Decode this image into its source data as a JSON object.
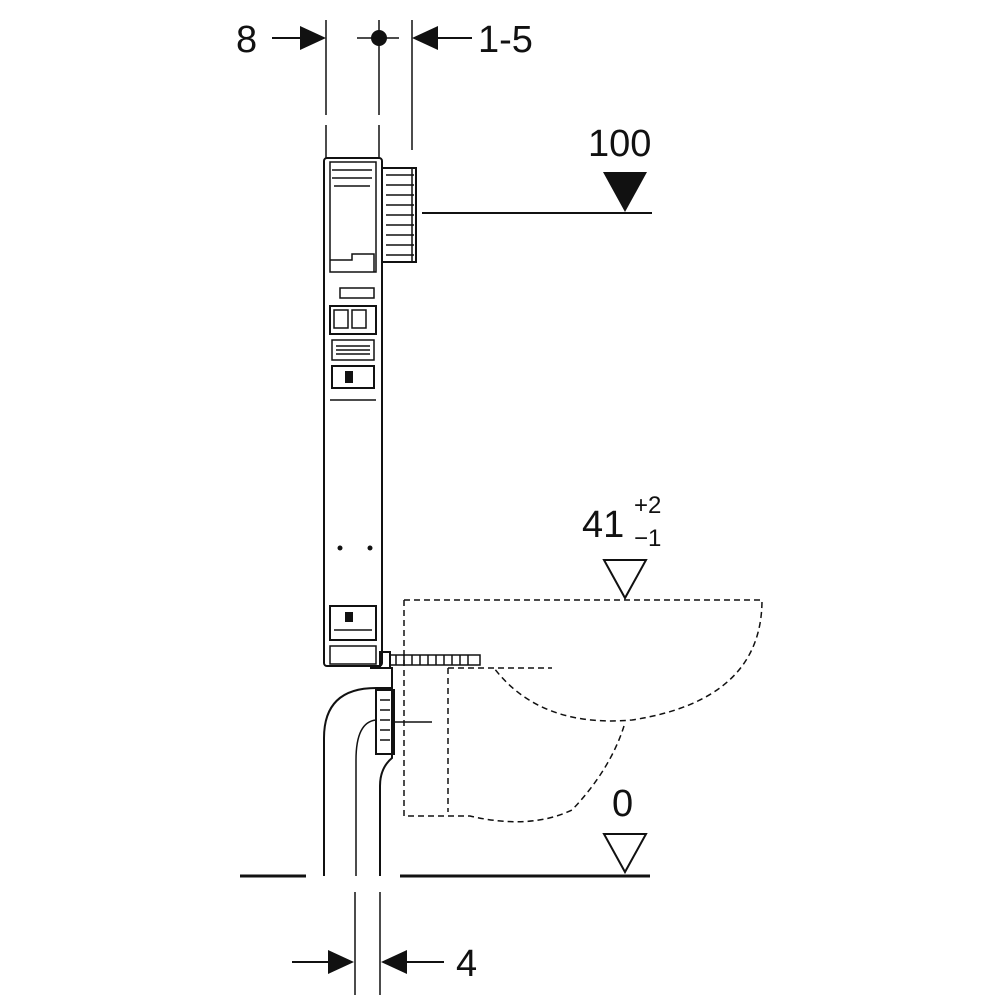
{
  "dimensions": {
    "top_left": "8",
    "top_right": "1-5",
    "flush_height": "100",
    "seat_height": "41",
    "seat_tol_plus": "+2",
    "seat_tol_minus": "−1",
    "floor_level": "0",
    "bottom": "4"
  },
  "colors": {
    "line": "#111111",
    "background": "#ffffff"
  }
}
